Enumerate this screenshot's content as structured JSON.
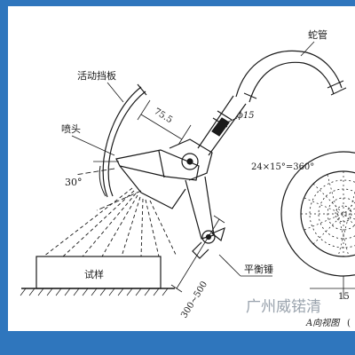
{
  "labels": {
    "hose": "蛇管",
    "movable_baffle": "活动挡板",
    "nozzle": "喷头",
    "angle_30": "30°",
    "dim_75_5": "75.5",
    "dim_phi15": "ϕ15",
    "degrees": "24×15°=360°",
    "specimen": "试样",
    "balance_hammer": "平衡锤",
    "distance": "300~500",
    "view_a": "A向视图",
    "view_a_partial": "(",
    "dim_15_partial": "15",
    "watermark": "广州威锘清"
  },
  "colors": {
    "frame": "#2f76bd",
    "ink": "#1a1a1a",
    "watermark": "#9aa3ad"
  }
}
